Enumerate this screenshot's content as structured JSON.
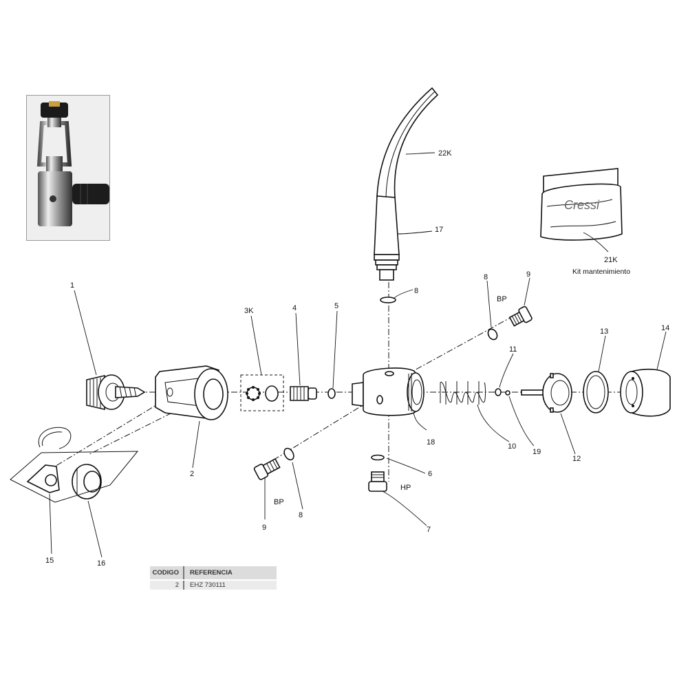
{
  "labels": {
    "p1": "1",
    "p2": "2",
    "p3k": "3K",
    "p4": "4",
    "p5": "5",
    "p6": "6",
    "p7": "7",
    "p8_top": "8",
    "p8_right": "8",
    "p8_bottom": "8",
    "p9_right": "9",
    "p9_bottom": "9",
    "p10": "10",
    "p11": "11",
    "p12": "12",
    "p13": "13",
    "p14": "14",
    "p15": "15",
    "p16": "16",
    "p17": "17",
    "p18": "18",
    "p19": "19",
    "p21k": "21K",
    "p22k": "22K"
  },
  "port_labels": {
    "bp_right": "BP",
    "bp_bottom": "BP",
    "hp": "HP"
  },
  "kit": {
    "caption": "Kit mantenimiento",
    "brand": "Cressi"
  },
  "table": {
    "header_code": "CODIGO",
    "header_ref": "REFERENCIA",
    "row_code": "2",
    "row_ref": "EHZ 730111"
  },
  "colors": {
    "line": "#111111",
    "table_header": "#dcdcdc",
    "table_row": "#ebebeb"
  }
}
